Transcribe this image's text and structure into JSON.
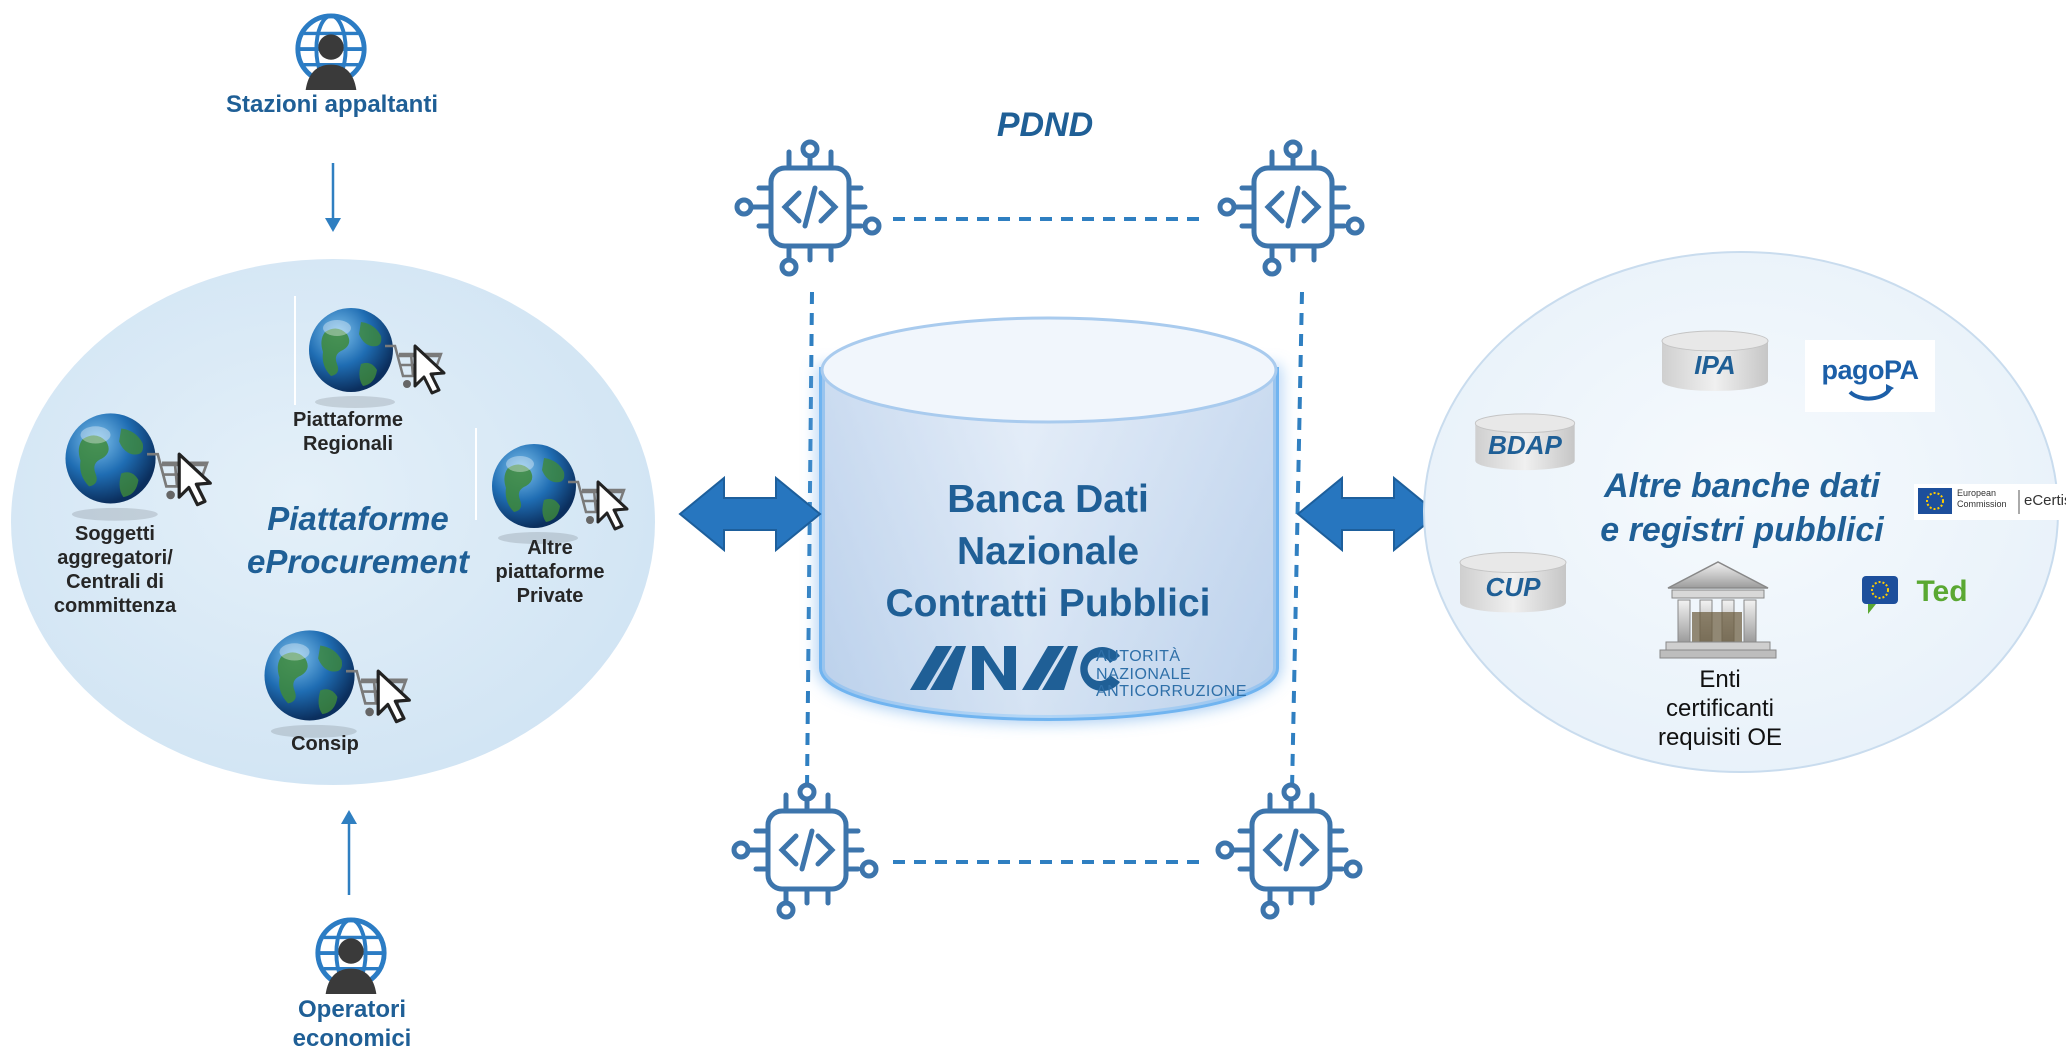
{
  "top_actor": {
    "label": "Stazioni appaltanti",
    "icon": "globe-user-icon"
  },
  "bottom_actor": {
    "label": "Operatori economici",
    "icon": "globe-user-icon"
  },
  "left_group": {
    "title_line1": "Piattaforme",
    "title_line2": "eProcurement",
    "platforms": [
      {
        "label": "Piattaforme Regionali",
        "icon": "globe-cart-icon"
      },
      {
        "label": "Soggetti aggregatori/ Centrali di committenza",
        "icon": "globe-cart-icon"
      },
      {
        "label": "Altre piattaforme Private",
        "icon": "globe-cart-icon"
      },
      {
        "label": "Consip",
        "icon": "globe-cart-icon"
      }
    ]
  },
  "pdnd": {
    "label": "PDND",
    "node_icon": "chip-code-icon"
  },
  "central_db": {
    "title_line1": "Banca Dati",
    "title_line2": "Nazionale",
    "title_line3": "Contratti Pubblici",
    "logo_text": "ANAC",
    "logo_sub1": "AUTORITÀ",
    "logo_sub2": "NAZIONALE",
    "logo_sub3": "ANTICORRUZIONE"
  },
  "right_group": {
    "title_line1": "Altre banche dati",
    "title_line2": "e registri pubblici",
    "registries": [
      {
        "label": "IPA",
        "icon": "database-icon"
      },
      {
        "label": "BDAP",
        "icon": "database-icon"
      },
      {
        "label": "CUP",
        "icon": "database-icon"
      }
    ],
    "logos": {
      "pagopa": "pagoPA",
      "ecertis_small1": "European",
      "ecertis_small2": "Commission",
      "ecertis": "eCertis",
      "ted": "Ted"
    },
    "enti_line1": "Enti",
    "enti_line2": "certificanti",
    "enti_line3": "requisiti OE"
  },
  "colors": {
    "primary": "#1f5f96",
    "arrow": "#2f7fc1",
    "left_ellipse": "#d4e6f4",
    "right_ellipse": "#eef5fb",
    "chip": "#3d75ac",
    "db_top": "#eef4fb",
    "db_body": "#c9daf0"
  }
}
